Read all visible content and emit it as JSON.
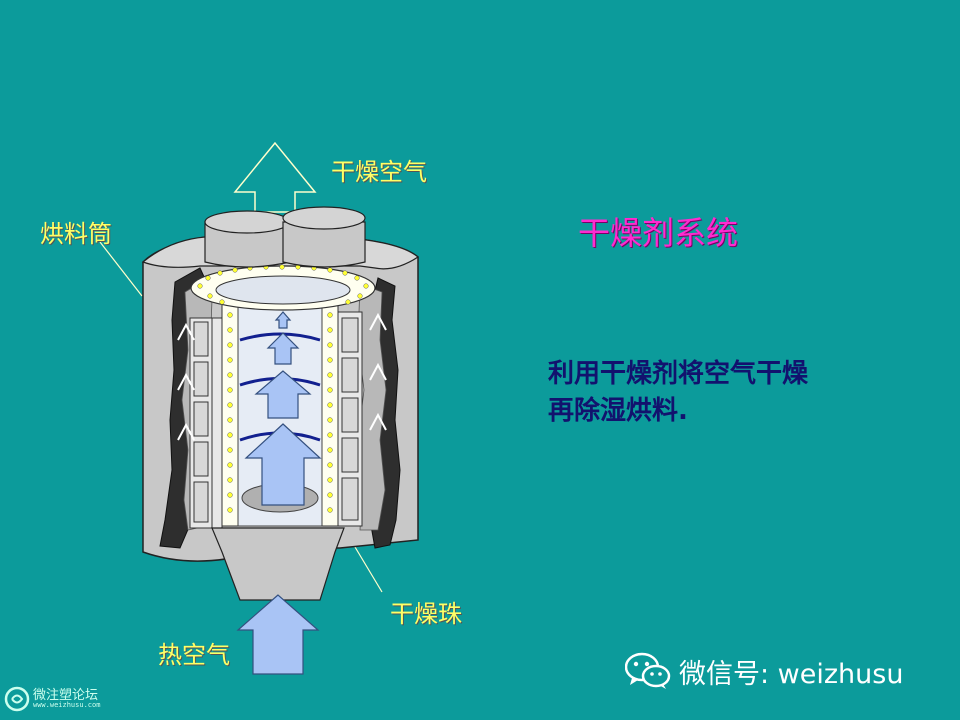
{
  "labels": {
    "dry_air": "干燥空气",
    "hopper": "烘料筒",
    "desiccant_beads": "干燥珠",
    "hot_air": "热空气"
  },
  "title": "干燥剂系统",
  "description": {
    "line1": "利用干燥剂将空气干燥",
    "line2": "再除湿烘料."
  },
  "watermark": {
    "wechat": "微信号: weizhusu",
    "forum_name": "微注塑论坛",
    "forum_url": "www.weizhusu.com"
  },
  "colors": {
    "background": "#0c9b9b",
    "label": "#ffff66",
    "title": "#ff2bcf",
    "description": "#12126e",
    "arrow_fill": "#a9c4f5",
    "hopper_gray": "#c8c8c8",
    "bead_yellow": "#ffff33"
  }
}
